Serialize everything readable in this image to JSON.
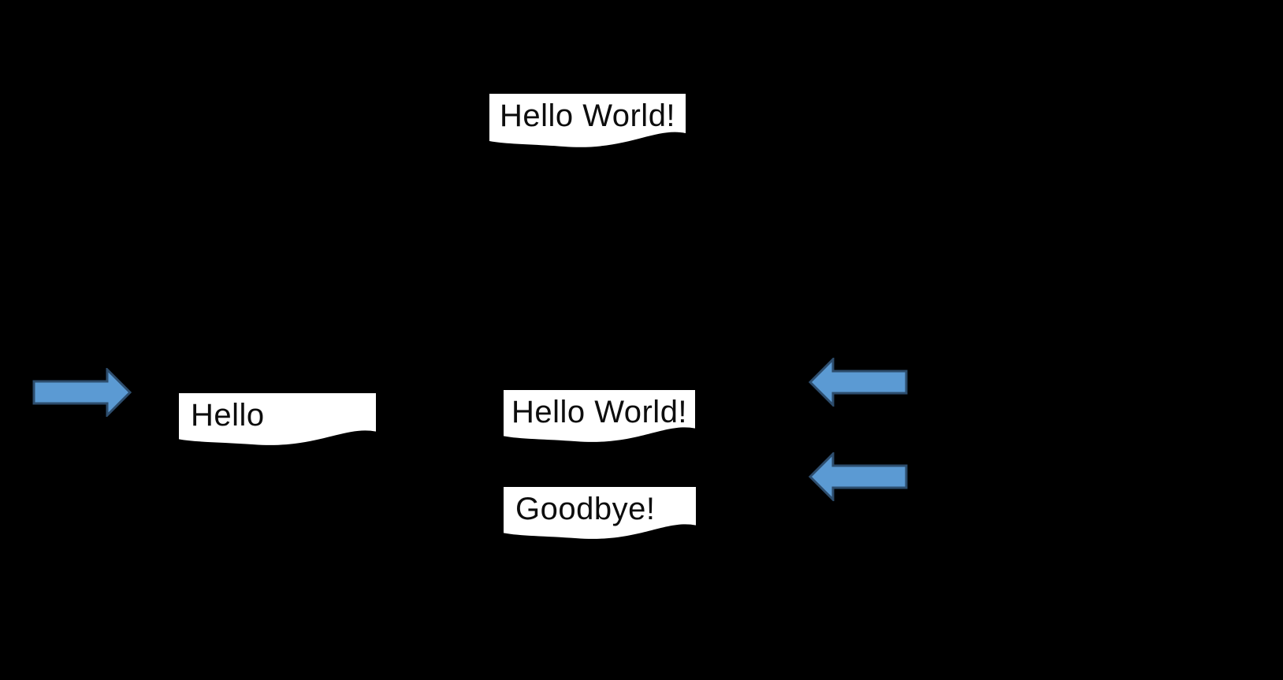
{
  "canvas": {
    "background": "#000000"
  },
  "colors": {
    "box_fill": "#ffffff",
    "box_text": "#0d0d0d",
    "arrow_fill": "#5b9ad3",
    "arrow_stroke": "#2d4d6d"
  },
  "boxes": {
    "top": {
      "text": "Hello World!"
    },
    "left": {
      "text": "Hello"
    },
    "center": {
      "text": "Hello World!"
    },
    "bottom": {
      "text": "Goodbye!"
    }
  },
  "arrows": {
    "left_side": {
      "direction": "right"
    },
    "right_side_upper": {
      "direction": "left"
    },
    "right_side_lower": {
      "direction": "left"
    }
  }
}
